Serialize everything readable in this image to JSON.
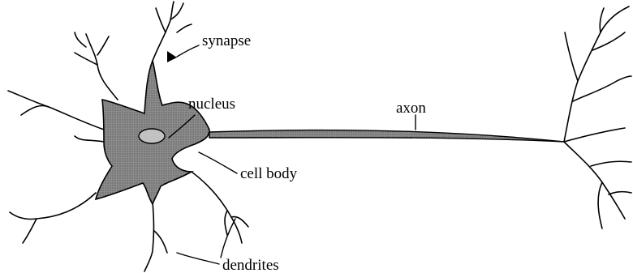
{
  "diagram": {
    "labels": {
      "synapse": "synapse",
      "nucleus": "nucleus",
      "axon": "axon",
      "cell_body": "cell body",
      "dendrites": "dendrites"
    },
    "colors": {
      "background": "#ffffff",
      "cell_fill": "#6f6f6f",
      "nucleus_fill": "#bdbdbd",
      "axon_fill": "#8a8a8a",
      "ink": "#000000"
    }
  }
}
